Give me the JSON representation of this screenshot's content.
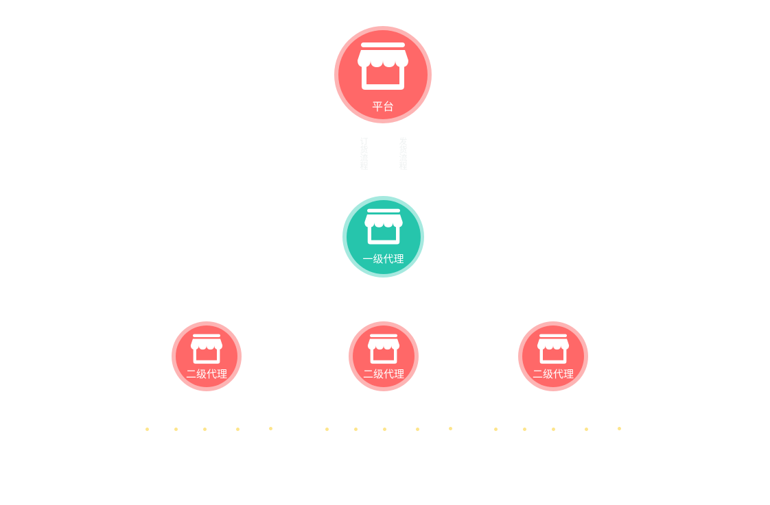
{
  "colors": {
    "red_outer": "#fdb4b4",
    "red_inner": "#ff6868",
    "teal_outer": "#a5e9df",
    "teal_inner": "#26c5ac",
    "dot": "#fde58c"
  },
  "nodes": {
    "platform": {
      "label": "平台",
      "icon": "shop-icon"
    },
    "agent_l1": {
      "label": "一级代理",
      "icon": "shop-icon"
    },
    "agent_l2": [
      {
        "label": "二级代理",
        "icon": "shop-icon"
      },
      {
        "label": "二级代理",
        "icon": "shop-icon"
      },
      {
        "label": "二级代理",
        "icon": "shop-icon"
      }
    ]
  },
  "connectors": {
    "left": "订货流程",
    "right": "发货流程"
  },
  "ellipsis_groups": [
    {
      "dot_count": 5
    },
    {
      "dot_count": 5
    },
    {
      "dot_count": 5
    }
  ]
}
